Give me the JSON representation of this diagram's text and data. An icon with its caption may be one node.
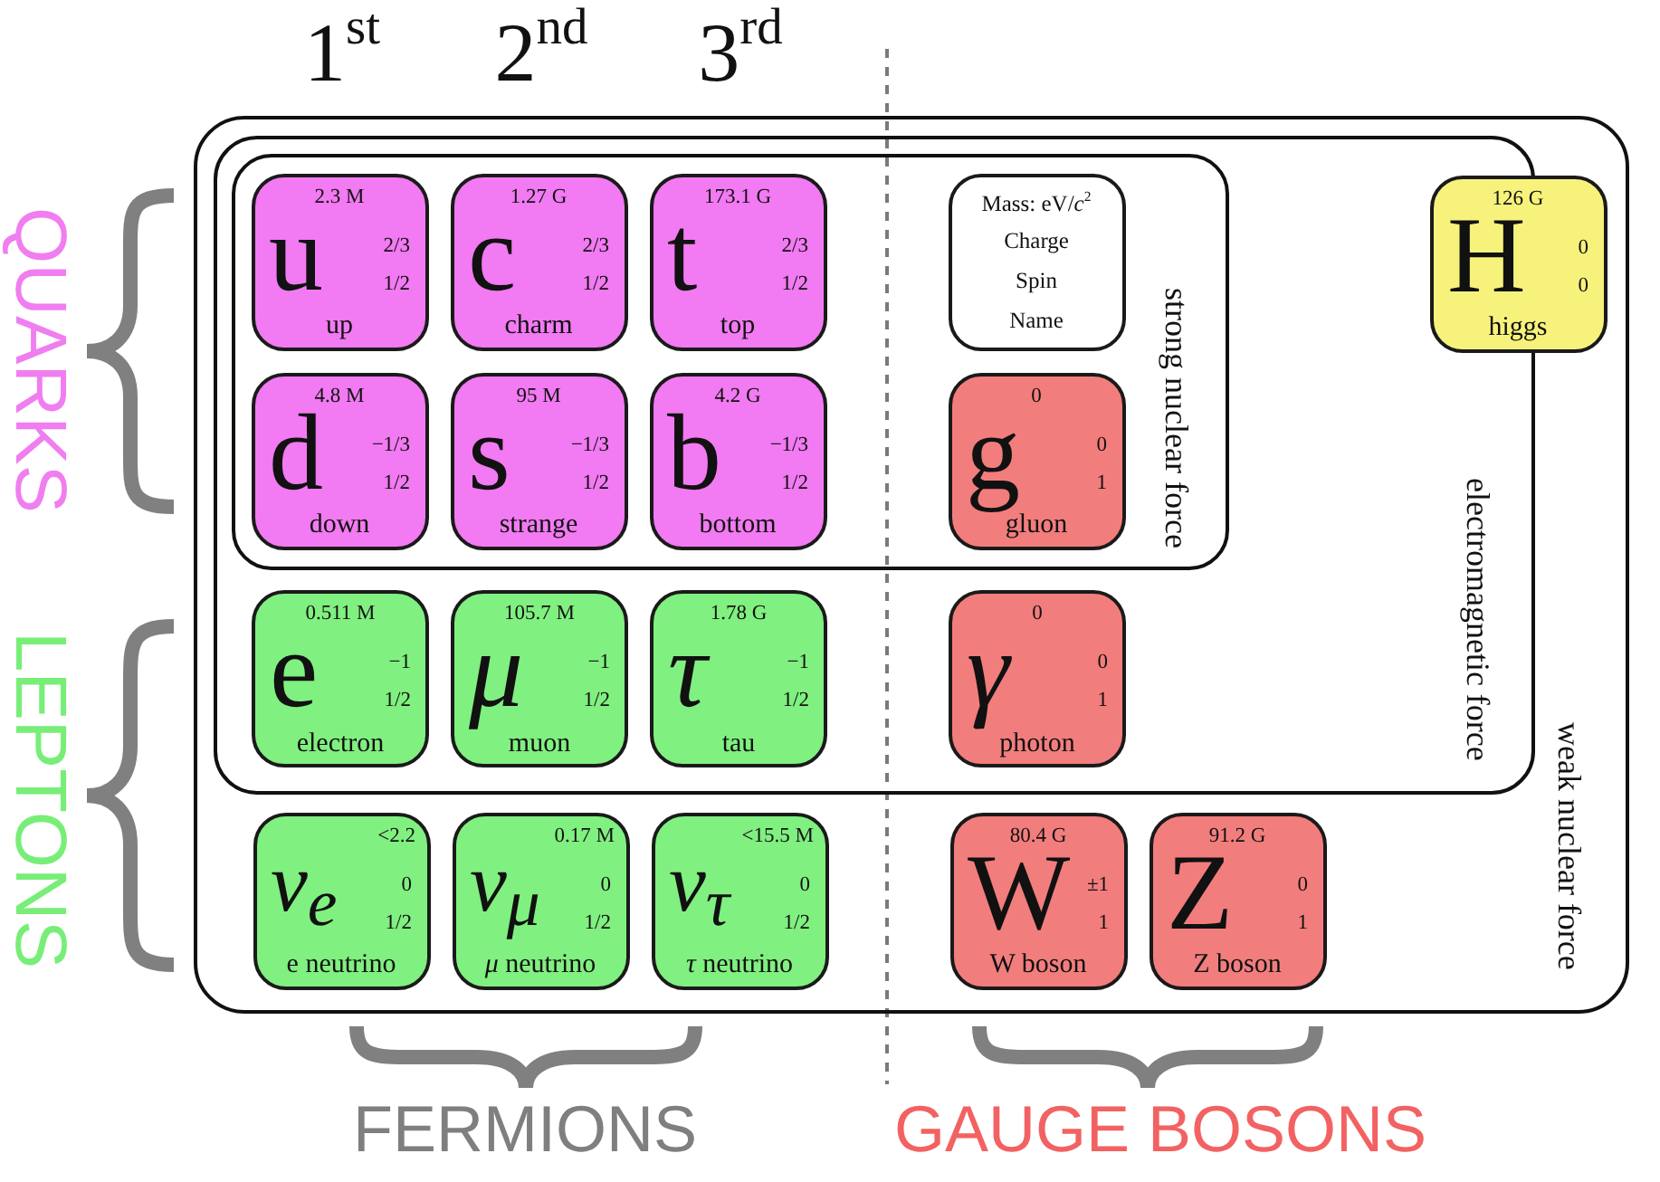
{
  "diagram": {
    "nodes": [
      {
        "text": [
          "weak nuclear force"
        ]
      },
      {
        "text": [
          "electromagnetic force"
        ],
        "in": 0
      },
      {
        "text": [
          "strong nuclear force"
        ],
        "in": 1
      },
      {
        "text": [
          "2.3 M",
          "u",
          "2/3",
          "1/2",
          "up"
        ],
        "in": 2
      },
      {
        "text": [
          "1.27 G",
          "c",
          "2/3",
          "1/2",
          "charm"
        ],
        "in": 2
      },
      {
        "text": [
          "173.1 G",
          "t",
          "2/3",
          "1/2",
          "top"
        ],
        "in": 2
      },
      {
        "text": [
          "Mass: eV/*c*$^{2}$",
          "Charge",
          "Spin",
          "Name"
        ],
        "in": 2
      },
      {
        "text": [
          "126 G",
          "H",
          "0",
          "0",
          "higgs"
        ],
        "in": 0
      },
      {
        "text": [
          "4.8 M",
          "d",
          "−1/3",
          "1/2",
          "down"
        ],
        "in": 2
      },
      {
        "text": [
          "95 M",
          "s",
          "−1/3",
          "1/2",
          "strange"
        ],
        "in": 2
      },
      {
        "text": [
          "4.2 G",
          "b",
          "−1/3",
          "1/2",
          "bottom"
        ],
        "in": 2
      },
      {
        "text": [
          "0",
          "g",
          "0",
          "1",
          "gluon"
        ],
        "in": 2
      },
      {
        "text": [
          "0.511 M",
          "e",
          "−1",
          "1/2",
          "electron"
        ],
        "in": 1
      },
      {
        "text": [
          "105.7 M",
          "μ",
          "−1",
          "1/2",
          "muon"
        ],
        "in": 1
      },
      {
        "text": [
          "1.78 G",
          "τ",
          "−1",
          "1/2",
          "tau"
        ],
        "in": 1
      },
      {
        "text": [
          "0",
          "γ",
          "0",
          "1",
          "photon"
        ],
        "in": 1
      },
      {
        "text": [
          "<2.2",
          "ν$_{e}$",
          "0",
          "1/2",
          "e neutrino"
        ],
        "in": 0
      },
      {
        "text": [
          "0.17 M",
          "ν$_{μ}$",
          "0",
          "1/2",
          "*μ* neutrino"
        ],
        "in": 0
      },
      {
        "text": [
          "<15.5 M",
          "ν$_{τ}$",
          "0",
          "1/2",
          "*τ* neutrino"
        ],
        "in": 0
      },
      {
        "text": [
          "80.4 G",
          "W",
          "±1",
          "1",
          "W boson"
        ],
        "in": 0
      },
      {
        "text": [
          "91.2 G",
          "Z",
          "0",
          "1",
          "Z boson"
        ],
        "in": 0
      }
    ],
    "labels": [
      "1$^{st}$",
      "2$^{nd}$",
      "3$^{rd}$",
      "QUARKS",
      "LEPTONS",
      "FERMIONS",
      "GAUGE BOSONS"
    ]
  }
}
